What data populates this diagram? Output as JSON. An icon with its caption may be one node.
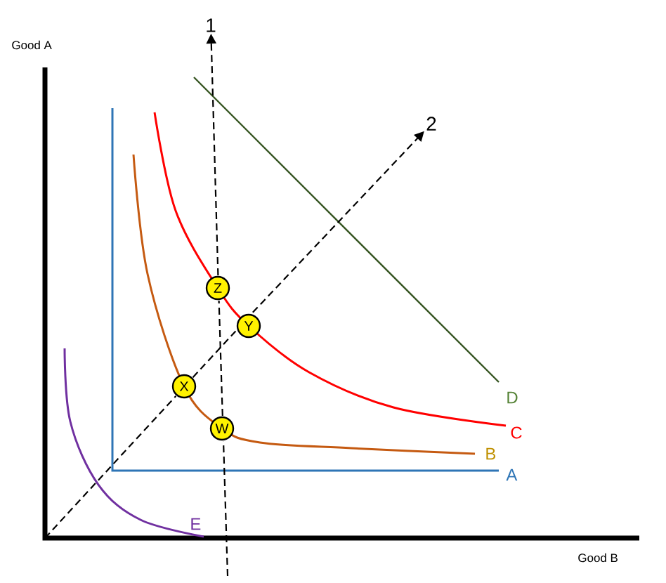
{
  "diagram": {
    "nodes": [
      {
        "text": [
          "1"
        ]
      },
      {
        "text": [
          "2"
        ]
      },
      {
        "text": [
          "Z"
        ]
      },
      {
        "text": [
          "Y"
        ]
      },
      {
        "text": [
          "X"
        ]
      },
      {
        "text": [
          "W"
        ]
      }
    ],
    "edges": [
      {
        "from": null,
        "to": 0,
        "arrow": "to",
        "style": "dashed"
      },
      {
        "from": null,
        "to": 1,
        "arrow": "to",
        "style": "dashed"
      }
    ],
    "labels": [
      "Good A",
      "D",
      "C",
      "B",
      "A",
      "E",
      "Good B"
    ]
  }
}
